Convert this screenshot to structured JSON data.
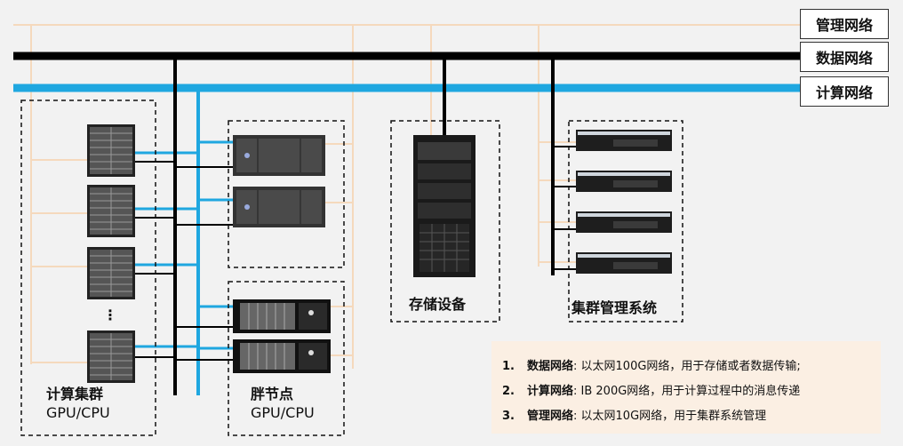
{
  "networks": {
    "management": "管理网络",
    "data": "数据网络",
    "compute": "计算网络"
  },
  "groups": {
    "compute_cluster_line1": "计算集群",
    "compute_cluster_line2": "GPU/CPU",
    "fat_node_line1": "胖节点",
    "fat_node_line2": "GPU/CPU",
    "storage": "存储设备",
    "cluster_mgmt": "集群管理系统",
    "ellipsis": "⋮"
  },
  "legend": {
    "items": [
      {
        "num": "1.",
        "name": "数据网络",
        "desc": ": 以太网100G网络，用于存储或者数据传输;"
      },
      {
        "num": "2.",
        "name": "计算网络",
        "desc": ": IB 200G网络，用于计算过程中的消息传递"
      },
      {
        "num": "3.",
        "name": "管理网络",
        "desc": ": 以太网10G网络，用于集群系统管理"
      }
    ]
  },
  "colors": {
    "management": "#f5d9bd",
    "data": "#000000",
    "compute": "#1fa7e0"
  }
}
